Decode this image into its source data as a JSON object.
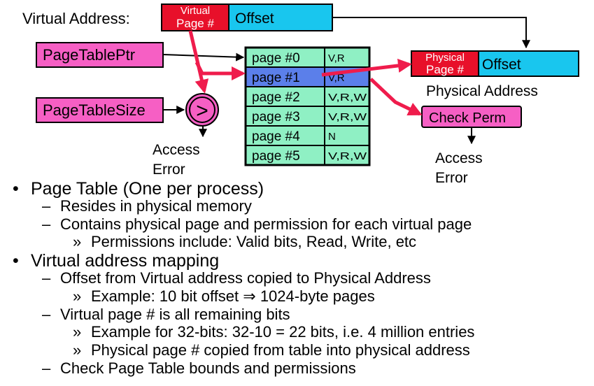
{
  "diagram": {
    "virtual_address_label": "Virtual Address:",
    "virtual_page_label": [
      "Virtual",
      "Page #"
    ],
    "offset_label": "Offset",
    "page_table_ptr_label": "PageTablePtr",
    "page_table_size_label": "PageTableSize",
    "compare_symbol": ">",
    "access_error_left": [
      "Access",
      "Error"
    ],
    "page_table": {
      "rows": [
        {
          "page": "page #0",
          "perm": "V,R"
        },
        {
          "page": "page #1",
          "perm": "V,R"
        },
        {
          "page": "page #2",
          "perm": "V,R,W"
        },
        {
          "page": "page #3",
          "perm": "V,R,W"
        },
        {
          "page": "page #4",
          "perm": "N"
        },
        {
          "page": "page #5",
          "perm": "V,R,W"
        }
      ]
    },
    "physical_page_label": [
      "Physical",
      "Page #"
    ],
    "physical_offset_label": "Offset",
    "physical_address_label": "Physical Address",
    "check_perm_label": "Check Perm",
    "access_error_right": [
      "Access",
      "Error"
    ]
  },
  "bullets": [
    {
      "level": 1,
      "marker": "•",
      "text": "Page Table (One per process)"
    },
    {
      "level": 2,
      "marker": "–",
      "text": "Resides in physical memory"
    },
    {
      "level": 2,
      "marker": "–",
      "text": "Contains physical page and permission for each virtual page"
    },
    {
      "level": 3,
      "marker": "»",
      "text": "Permissions include: Valid bits, Read, Write, etc"
    },
    {
      "level": 1,
      "marker": "•",
      "text": "Virtual address mapping"
    },
    {
      "level": 2,
      "marker": "–",
      "text": "Offset from Virtual address copied to Physical Address"
    },
    {
      "level": 3,
      "marker": "»",
      "text": "Example: 10 bit offset ⇒ 1024-byte pages"
    },
    {
      "level": 2,
      "marker": "–",
      "text": "Virtual page # is all remaining bits"
    },
    {
      "level": 3,
      "marker": "»",
      "text": "Example for 32-bits: 32-10 = 22 bits, i.e. 4 million entries"
    },
    {
      "level": 3,
      "marker": "»",
      "text": "Physical page # copied from table into physical address"
    },
    {
      "level": 2,
      "marker": "–",
      "text": "Check Page Table bounds and permissions"
    }
  ],
  "colors": {
    "red": "#e8102a",
    "cyan": "#19c6ee",
    "pink": "#f65fc4",
    "table_green": "#8ff0c4",
    "highlight_blue": "#5b7fea",
    "arrow_red": "#ef1c4c"
  }
}
